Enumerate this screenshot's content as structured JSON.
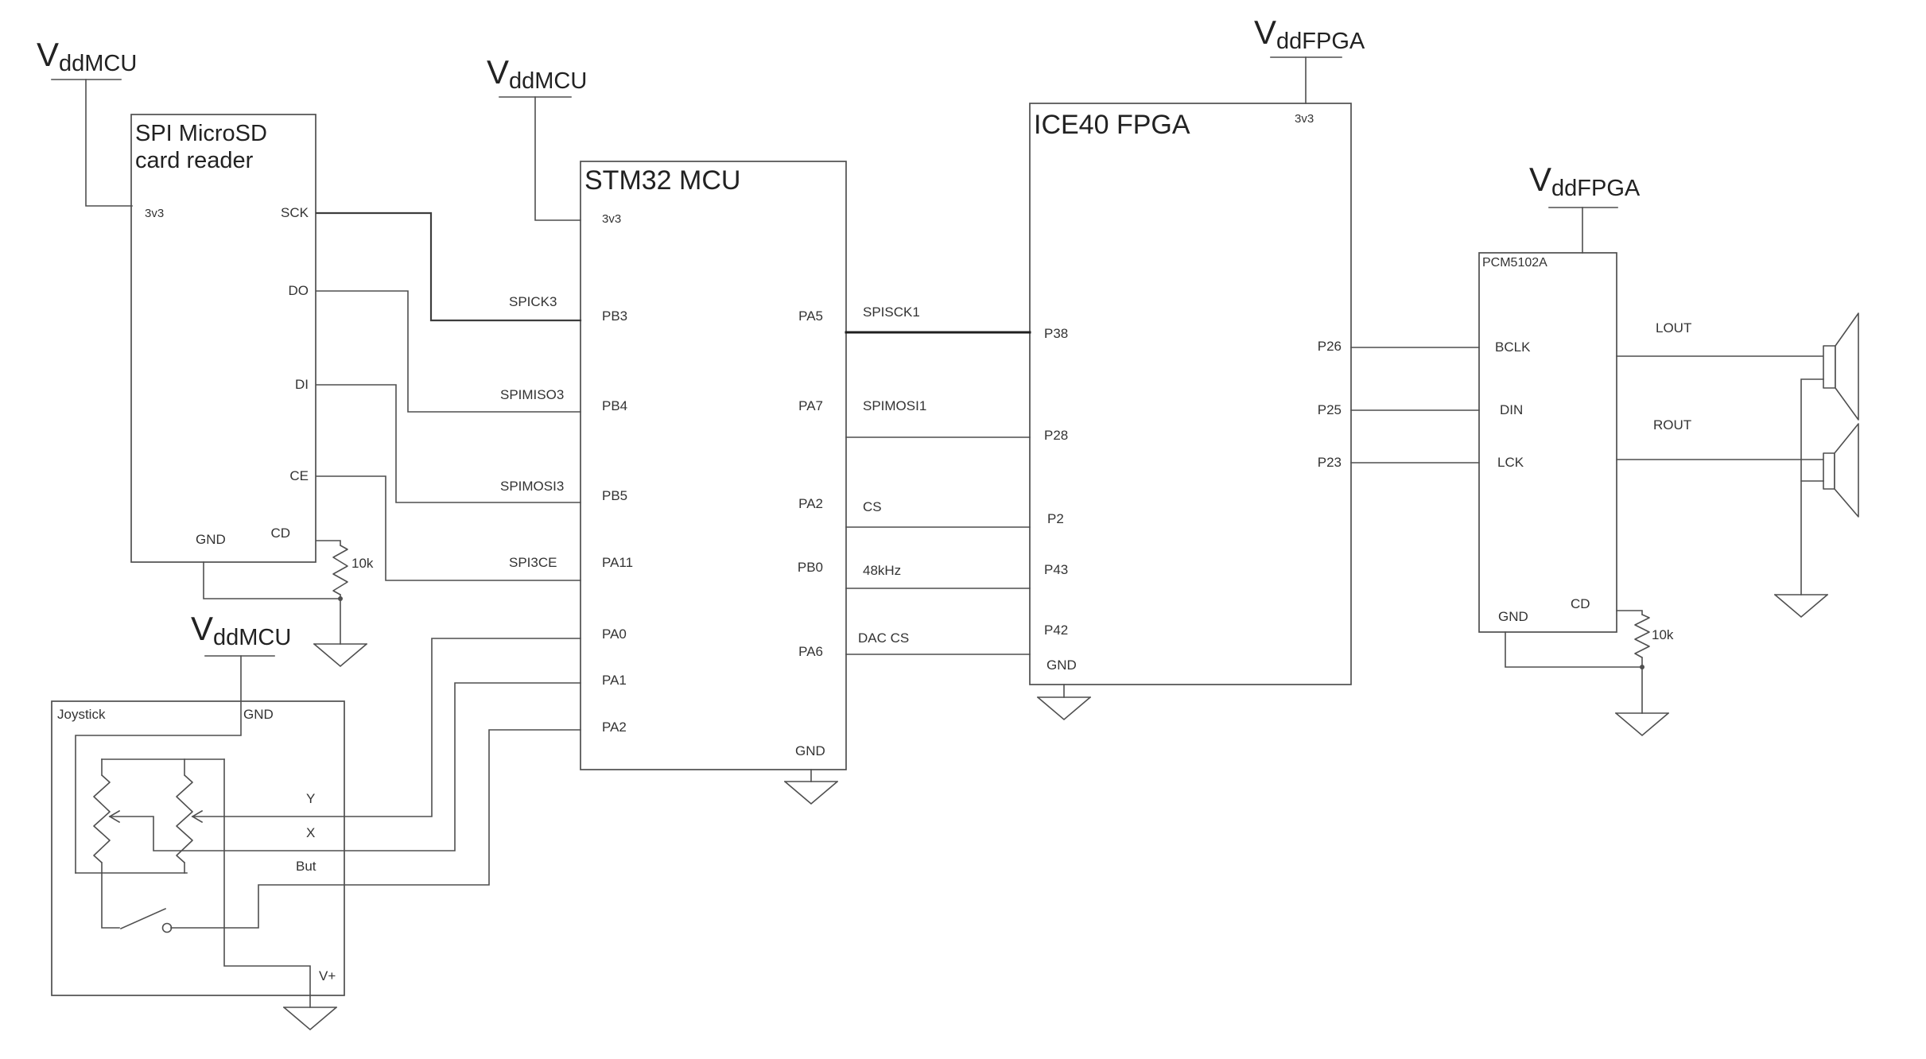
{
  "power_nets": {
    "vddmcu": {
      "main": "V",
      "sub": "ddMCU"
    },
    "vddfpga": {
      "main": "V",
      "sub": "ddFPGA"
    }
  },
  "components": {
    "sd": {
      "title_line1": "SPI MicroSD",
      "title_line2": "card reader",
      "pins": {
        "v33": "3v3",
        "sck": "SCK",
        "dout": "DO",
        "din": "DI",
        "ce": "CE",
        "cd": "CD",
        "gnd": "GND"
      }
    },
    "stm32": {
      "title": "STM32 MCU",
      "pins": {
        "v33": "3v3",
        "pb3": "PB3",
        "pb4": "PB4",
        "pb5": "PB5",
        "pa11": "PA11",
        "pa0": "PA0",
        "pa1": "PA1",
        "pa2_left": "PA2",
        "pa5": "PA5",
        "pa7": "PA7",
        "pa2_right": "PA2",
        "pb0": "PB0",
        "pa6": "PA6",
        "gnd": "GND"
      }
    },
    "ice40": {
      "title": "ICE40 FPGA",
      "pins": {
        "v33": "3v3",
        "p38": "P38",
        "p28": "P28",
        "p2": "P2",
        "p43": "P43",
        "p42": "P42",
        "gnd": "GND",
        "p26": "P26",
        "p25": "P25",
        "p23": "P23"
      }
    },
    "pcm": {
      "title": "PCM5102A",
      "pins": {
        "bclk": "BCLK",
        "din": "DIN",
        "lck": "LCK",
        "gnd": "GND",
        "cd": "CD"
      }
    },
    "joystick": {
      "title": "Joystick",
      "pins": {
        "gnd": "GND",
        "y": "Y",
        "x": "X",
        "but": "But",
        "vplus": "V+"
      }
    }
  },
  "nets": {
    "spick3": "SPICK3",
    "spimiso3": "SPIMISO3",
    "spimosi3": "SPIMOSI3",
    "spi3ce": "SPI3CE",
    "spisck1": "SPISCK1",
    "spimosi1": "SPIMOSI1",
    "cs": "CS",
    "clk48": "48kHz",
    "daccs": "DAC CS",
    "lout": "LOUT",
    "rout": "ROUT"
  },
  "values": {
    "r_sd": "10k",
    "r_pcm": "10k"
  },
  "colors": {
    "wire": "#4f4f4f",
    "wire_thick": "#1f1f1f",
    "text": "#333333",
    "background": "#ffffff"
  }
}
